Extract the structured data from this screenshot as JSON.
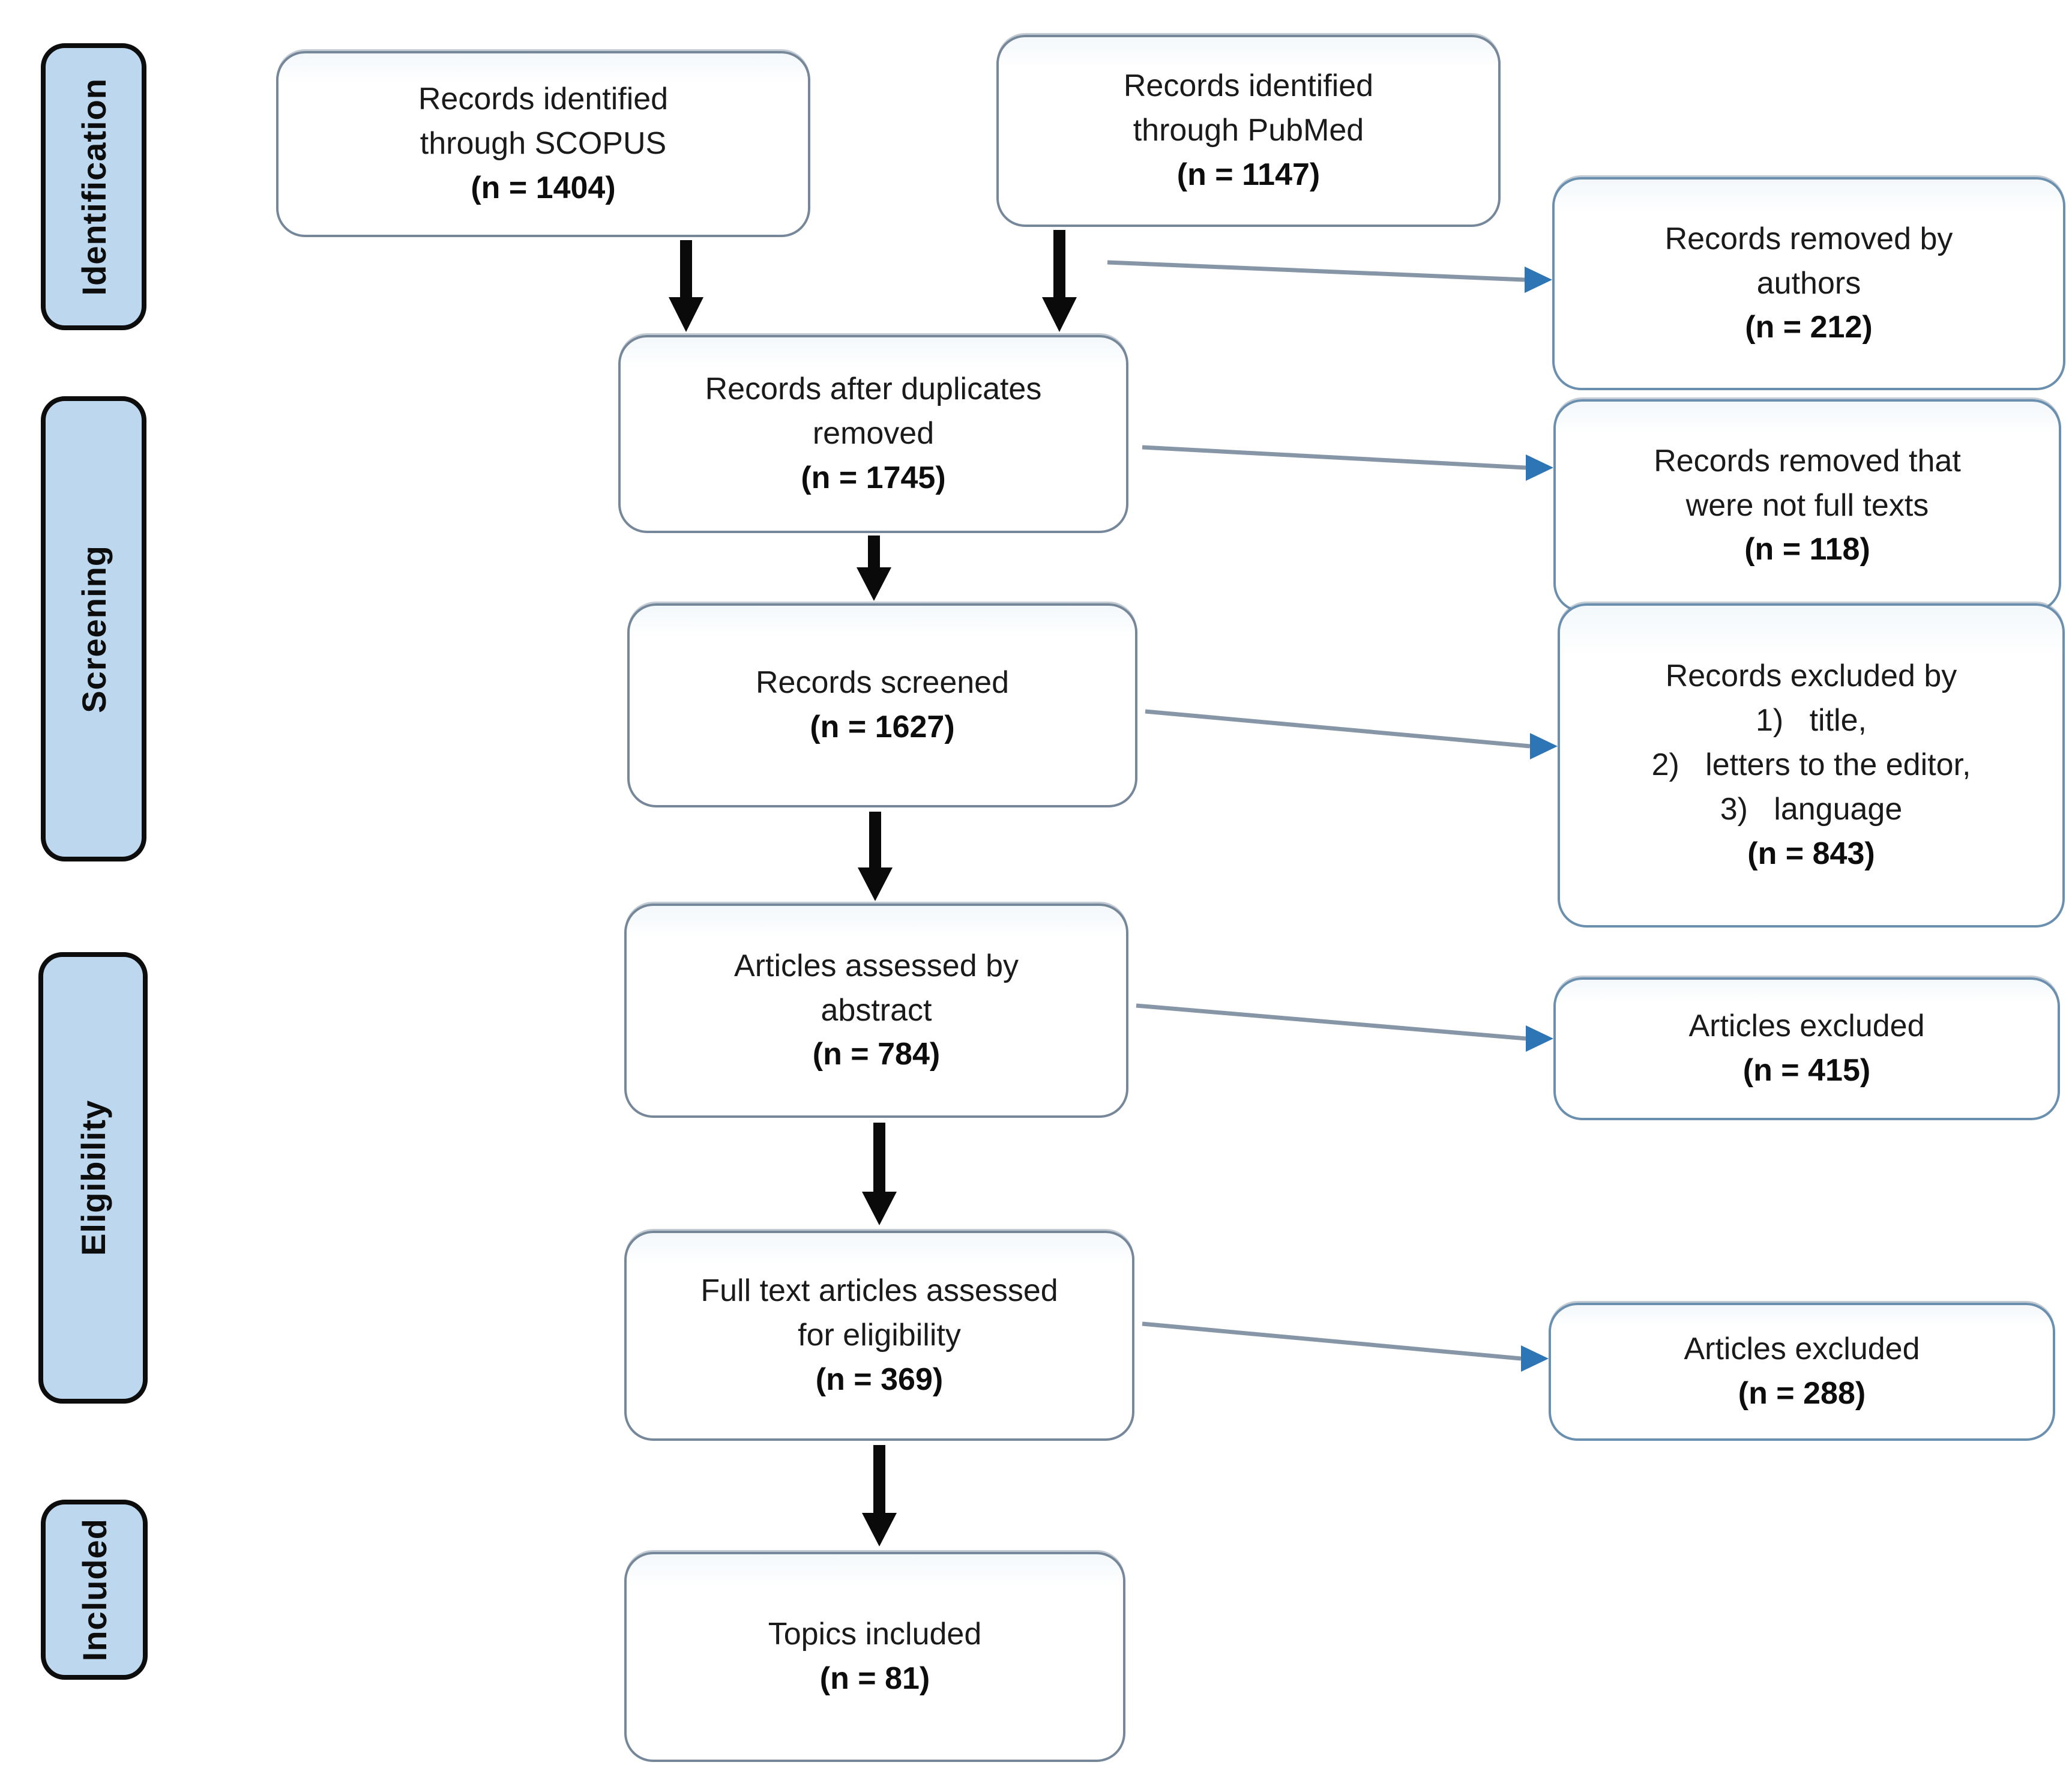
{
  "stages": [
    {
      "label": "Identification"
    },
    {
      "label": "Screening"
    },
    {
      "label": "Eligibility"
    },
    {
      "label": "Included"
    }
  ],
  "flow_boxes": [
    {
      "id": "scopus",
      "label": "Records identified\nthrough SCOPUS",
      "count": "(n = 1404)"
    },
    {
      "id": "pubmed",
      "label": "Records identified\nthrough PubMed",
      "count": "(n = 1147)"
    },
    {
      "id": "duplicates",
      "label": "Records after duplicates\nremoved",
      "count": "(n = 1745)"
    },
    {
      "id": "screened",
      "label": "Records screened",
      "count": "(n = 1627)"
    },
    {
      "id": "abstract",
      "label": "Articles assessed by\nabstract",
      "count": "(n = 784)"
    },
    {
      "id": "fulltext",
      "label": "Full text articles assessed\nfor eligibility",
      "count": "(n = 369)"
    },
    {
      "id": "topics",
      "label": "Topics included",
      "count": "(n = 81)"
    }
  ],
  "exclusion_boxes": [
    {
      "id": "authors",
      "label": "Records removed by\nauthors",
      "count": "(n = 212)"
    },
    {
      "id": "notfull",
      "label": "Records removed that\nwere not full texts",
      "count": "(n = 118)"
    },
    {
      "id": "excludedby",
      "label": "Records excluded by",
      "items": [
        "1)   title,",
        "2)   letters to the editor,",
        "3)   language"
      ],
      "count": "(n = 843)"
    },
    {
      "id": "excl415",
      "label": "Articles excluded",
      "count": "(n = 415)"
    },
    {
      "id": "excl288",
      "label": "Articles excluded",
      "count": "(n = 288)"
    }
  ],
  "colors": {
    "stage_fill": "#bdd7ee",
    "stage_border": "#0d0d0d",
    "flow_box_border": "#76879a",
    "exclusion_box_border": "#6a8faf",
    "black_arrow": "#0a0a0a",
    "blue_arrow_line": "#8696a6",
    "blue_arrow_head": "#2e75b6",
    "background": "#ffffff",
    "text": "#1a1a1a"
  }
}
